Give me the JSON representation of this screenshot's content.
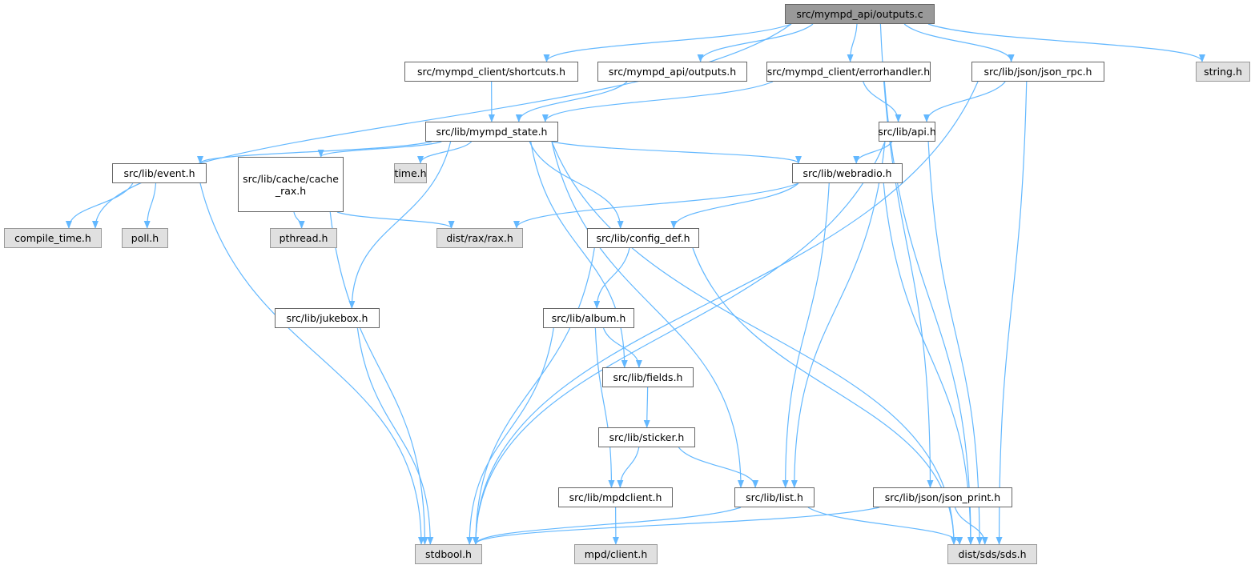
{
  "title": "src/mympd_api/outputs.c",
  "colors": {
    "edge": "#63b8ff",
    "root_fill": "#999999",
    "external_fill": "#e0e0e0"
  },
  "nodes": [
    {
      "id": "outputs_c",
      "label": "src/mympd_api/outputs.c",
      "kind": "root"
    },
    {
      "id": "shortcuts_h",
      "label": "src/mympd_client/shortcuts.h",
      "kind": "file"
    },
    {
      "id": "outputs_h",
      "label": "src/mympd_api/outputs.h",
      "kind": "file"
    },
    {
      "id": "errorhandler_h",
      "label": "src/mympd_client/errorhandler.h",
      "kind": "file"
    },
    {
      "id": "json_rpc_h",
      "label": "src/lib/json/json_rpc.h",
      "kind": "file"
    },
    {
      "id": "string_h",
      "label": "string.h",
      "kind": "external"
    },
    {
      "id": "mympd_state_h",
      "label": "src/lib/mympd_state.h",
      "kind": "file"
    },
    {
      "id": "api_h",
      "label": "src/lib/api.h",
      "kind": "file"
    },
    {
      "id": "event_h",
      "label": "src/lib/event.h",
      "kind": "file"
    },
    {
      "id": "cache_rax_h",
      "label": "src/lib/cache/cache\n_rax.h",
      "kind": "file"
    },
    {
      "id": "time_h",
      "label": "time.h",
      "kind": "external"
    },
    {
      "id": "webradio_h",
      "label": "src/lib/webradio.h",
      "kind": "file"
    },
    {
      "id": "compile_time_h",
      "label": "compile_time.h",
      "kind": "external"
    },
    {
      "id": "poll_h",
      "label": "poll.h",
      "kind": "external"
    },
    {
      "id": "pthread_h",
      "label": "pthread.h",
      "kind": "external"
    },
    {
      "id": "rax_h",
      "label": "dist/rax/rax.h",
      "kind": "external"
    },
    {
      "id": "config_def_h",
      "label": "src/lib/config_def.h",
      "kind": "file"
    },
    {
      "id": "jukebox_h",
      "label": "src/lib/jukebox.h",
      "kind": "file"
    },
    {
      "id": "album_h",
      "label": "src/lib/album.h",
      "kind": "file"
    },
    {
      "id": "fields_h",
      "label": "src/lib/fields.h",
      "kind": "file"
    },
    {
      "id": "sticker_h",
      "label": "src/lib/sticker.h",
      "kind": "file"
    },
    {
      "id": "mpdclient_h",
      "label": "src/lib/mpdclient.h",
      "kind": "file"
    },
    {
      "id": "list_h",
      "label": "src/lib/list.h",
      "kind": "file"
    },
    {
      "id": "json_print_h",
      "label": "src/lib/json/json_print.h",
      "kind": "file"
    },
    {
      "id": "stdbool_h",
      "label": "stdbool.h",
      "kind": "external"
    },
    {
      "id": "mpd_client_h",
      "label": "mpd/client.h",
      "kind": "external"
    },
    {
      "id": "sds_h",
      "label": "dist/sds/sds.h",
      "kind": "external"
    }
  ],
  "edges": [
    [
      "outputs_c",
      "compile_time_h"
    ],
    [
      "outputs_c",
      "shortcuts_h"
    ],
    [
      "outputs_c",
      "outputs_h"
    ],
    [
      "outputs_c",
      "errorhandler_h"
    ],
    [
      "outputs_c",
      "json_rpc_h"
    ],
    [
      "outputs_c",
      "string_h"
    ],
    [
      "outputs_c",
      "json_print_h"
    ],
    [
      "shortcuts_h",
      "mympd_state_h"
    ],
    [
      "outputs_h",
      "mympd_state_h"
    ],
    [
      "errorhandler_h",
      "mympd_state_h"
    ],
    [
      "errorhandler_h",
      "api_h"
    ],
    [
      "errorhandler_h",
      "sds_h"
    ],
    [
      "json_rpc_h",
      "api_h"
    ],
    [
      "json_rpc_h",
      "stdbool_h"
    ],
    [
      "json_rpc_h",
      "sds_h"
    ],
    [
      "mympd_state_h",
      "event_h"
    ],
    [
      "mympd_state_h",
      "cache_rax_h"
    ],
    [
      "mympd_state_h",
      "time_h"
    ],
    [
      "mympd_state_h",
      "jukebox_h"
    ],
    [
      "mympd_state_h",
      "config_def_h"
    ],
    [
      "mympd_state_h",
      "webradio_h"
    ],
    [
      "mympd_state_h",
      "fields_h"
    ],
    [
      "mympd_state_h",
      "list_h"
    ],
    [
      "mympd_state_h",
      "sds_h"
    ],
    [
      "api_h",
      "webradio_h"
    ],
    [
      "api_h",
      "stdbool_h"
    ],
    [
      "api_h",
      "list_h"
    ],
    [
      "api_h",
      "sds_h"
    ],
    [
      "event_h",
      "compile_time_h"
    ],
    [
      "event_h",
      "poll_h"
    ],
    [
      "event_h",
      "stdbool_h"
    ],
    [
      "cache_rax_h",
      "pthread_h"
    ],
    [
      "cache_rax_h",
      "rax_h"
    ],
    [
      "cache_rax_h",
      "stdbool_h"
    ],
    [
      "webradio_h",
      "rax_h"
    ],
    [
      "webradio_h",
      "config_def_h"
    ],
    [
      "webradio_h",
      "list_h"
    ],
    [
      "webradio_h",
      "sds_h"
    ],
    [
      "config_def_h",
      "album_h"
    ],
    [
      "config_def_h",
      "stdbool_h"
    ],
    [
      "config_def_h",
      "sds_h"
    ],
    [
      "jukebox_h",
      "stdbool_h"
    ],
    [
      "album_h",
      "fields_h"
    ],
    [
      "album_h",
      "mpdclient_h"
    ],
    [
      "album_h",
      "stdbool_h"
    ],
    [
      "fields_h",
      "sticker_h"
    ],
    [
      "sticker_h",
      "mpdclient_h"
    ],
    [
      "sticker_h",
      "list_h"
    ],
    [
      "mpdclient_h",
      "mpd_client_h"
    ],
    [
      "list_h",
      "stdbool_h"
    ],
    [
      "list_h",
      "sds_h"
    ],
    [
      "json_print_h",
      "stdbool_h"
    ],
    [
      "json_print_h",
      "sds_h"
    ]
  ]
}
